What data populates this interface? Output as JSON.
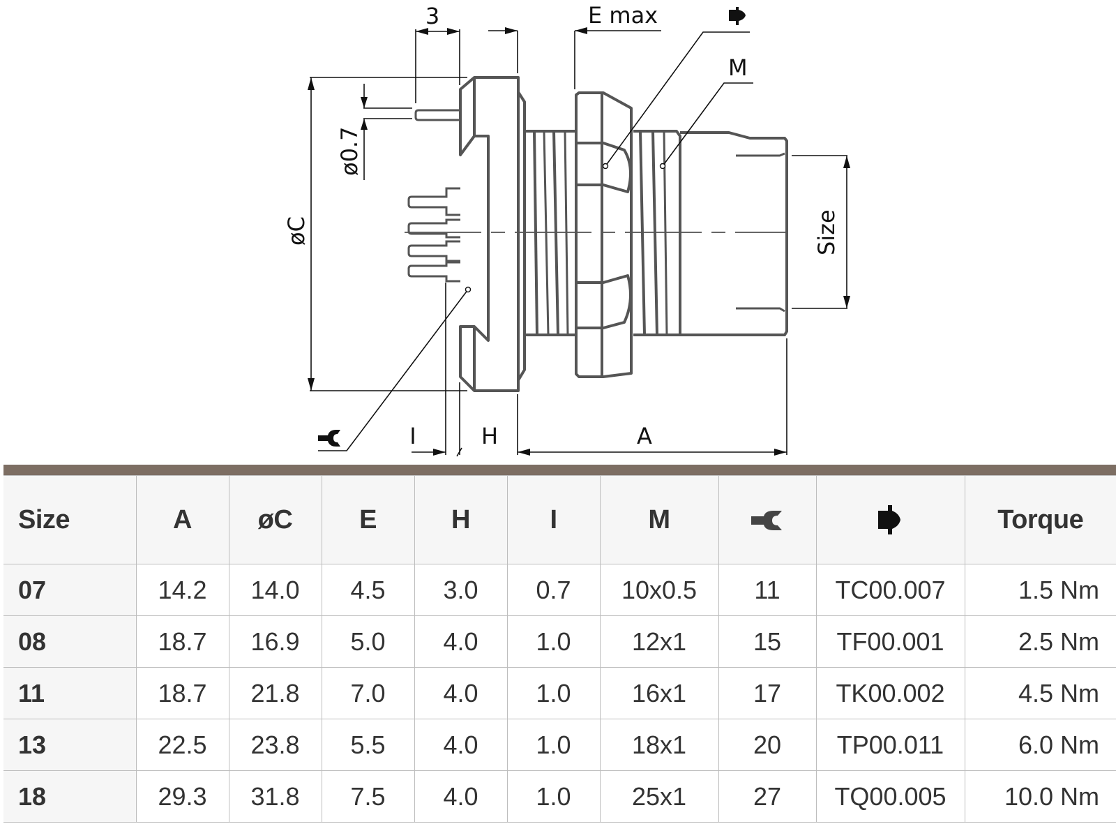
{
  "drawing": {
    "labels": {
      "pin_length": "3",
      "e_max": "E max",
      "m": "M",
      "pin_diameter": "ø0.7",
      "diameter_c": "øC",
      "size": "Size",
      "i": "I",
      "h": "H",
      "a": "A"
    },
    "icons": {
      "wrench": "wrench-icon",
      "nut_tool": "nut-tool-icon"
    }
  },
  "table": {
    "accent_color": "#7d6e63",
    "headers": [
      "Size",
      "A",
      "øC",
      "E",
      "H",
      "I",
      "M",
      "wrench-icon",
      "nut-tool-icon",
      "Torque"
    ],
    "rows": [
      [
        "07",
        "14.2",
        "14.0",
        "4.5",
        "3.0",
        "0.7",
        "10x0.5",
        "11",
        "TC00.007",
        "1.5 Nm"
      ],
      [
        "08",
        "18.7",
        "16.9",
        "5.0",
        "4.0",
        "1.0",
        "12x1",
        "15",
        "TF00.001",
        "2.5 Nm"
      ],
      [
        "11",
        "18.7",
        "21.8",
        "7.0",
        "4.0",
        "1.0",
        "16x1",
        "17",
        "TK00.002",
        "4.5 Nm"
      ],
      [
        "13",
        "22.5",
        "23.8",
        "5.5",
        "4.0",
        "1.0",
        "18x1",
        "20",
        "TP00.011",
        "6.0 Nm"
      ],
      [
        "18",
        "29.3",
        "31.8",
        "7.5",
        "4.0",
        "1.0",
        "25x1",
        "27",
        "TQ00.005",
        "10.0 Nm"
      ]
    ]
  }
}
